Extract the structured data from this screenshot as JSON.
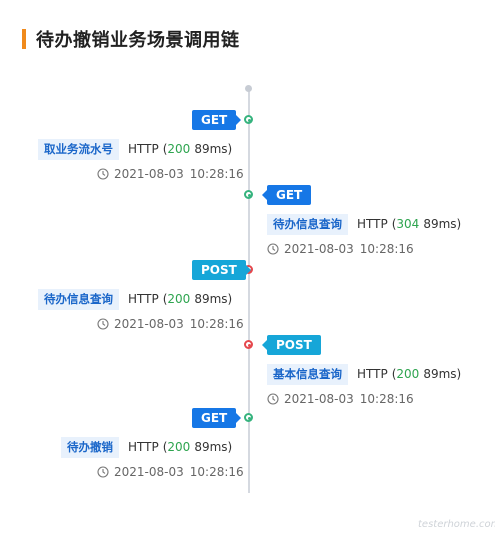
{
  "header": {
    "title": "待办撤销业务场景调用链"
  },
  "calls": [
    {
      "method": "GET",
      "service": "取业务流水号",
      "protocol": "HTTP",
      "status": "200",
      "duration": "89ms",
      "date": "2021-08-03",
      "time": "10:28:16"
    },
    {
      "method": "GET",
      "service": "待办信息查询",
      "protocol": "HTTP",
      "status": "304",
      "duration": "89ms",
      "date": "2021-08-03",
      "time": "10:28:16"
    },
    {
      "method": "POST",
      "service": "待办信息查询",
      "protocol": "HTTP",
      "status": "200",
      "duration": "89ms",
      "date": "2021-08-03",
      "time": "10:28:16"
    },
    {
      "method": "POST",
      "service": "基本信息查询",
      "protocol": "HTTP",
      "status": "200",
      "duration": "89ms",
      "date": "2021-08-03",
      "time": "10:28:16"
    },
    {
      "method": "GET",
      "service": "待办撤销",
      "protocol": "HTTP",
      "status": "200",
      "duration": "89ms",
      "date": "2021-08-03",
      "time": "10:28:16"
    }
  ],
  "watermark": "testerhome.com"
}
